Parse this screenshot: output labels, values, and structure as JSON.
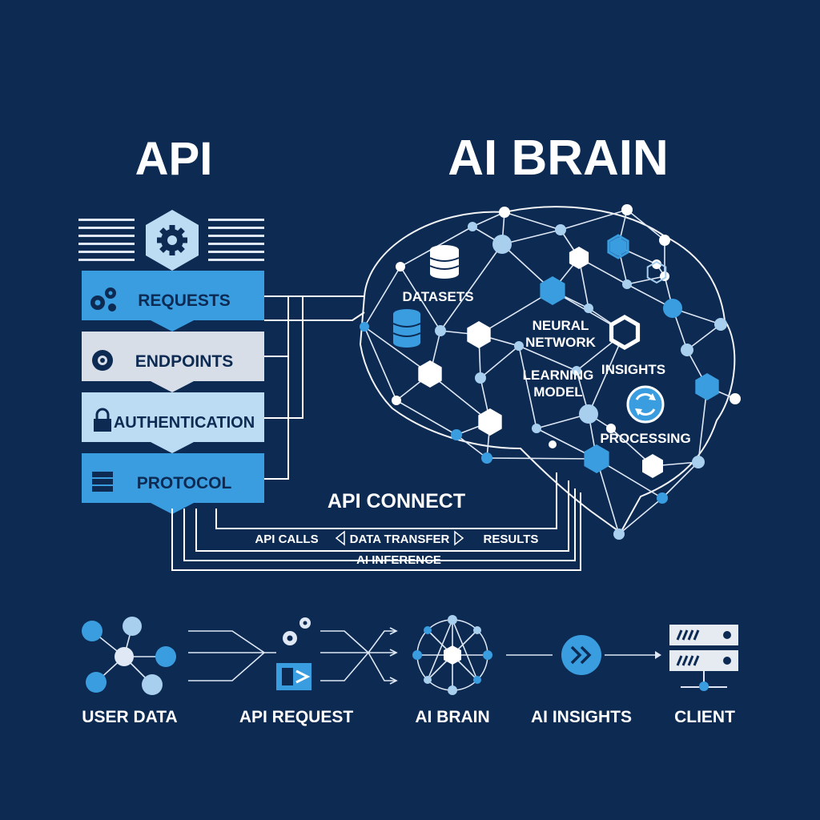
{
  "titles": {
    "api": "API",
    "ai_brain": "AI BRAIN"
  },
  "api_stack": [
    {
      "label": "REQUESTS",
      "icon": "gears-icon",
      "color": "#3a9de0"
    },
    {
      "label": "ENDPOINTS",
      "icon": "gear-icon",
      "color": "#d8dee8"
    },
    {
      "label": "AUTHENTICATION",
      "icon": "lock-icon",
      "color": "#bcdcf3"
    },
    {
      "label": "PROTOCOL",
      "icon": "server-icon",
      "color": "#3a9de0"
    }
  ],
  "brain_labels": {
    "datasets": "DATASETS",
    "neural_network": "NEURAL\nNETWORK",
    "learning_model": "LEARNING\nMODEL",
    "insights": "INSIGHTS",
    "processing": "PROCESSING"
  },
  "connect": {
    "title": "API CONNECT",
    "api_calls": "API CALLS",
    "data_transfer": "DATA TRANSFER",
    "results": "RESULTS",
    "ai_inference": "AI INFERENCE"
  },
  "flow": [
    {
      "label": "USER DATA",
      "icon": "network-graph-icon"
    },
    {
      "label": "API REQUEST",
      "icon": "api-request-icon"
    },
    {
      "label": "AI BRAIN",
      "icon": "neural-sphere-icon"
    },
    {
      "label": "AI INSIGHTS",
      "icon": "forward-arrows-icon"
    },
    {
      "label": "CLIENT",
      "icon": "server-rack-icon"
    }
  ],
  "colors": {
    "background": "#0c2a52",
    "accent_blue": "#3a9de0",
    "light_blue": "#a9cfee",
    "white": "#ffffff"
  }
}
